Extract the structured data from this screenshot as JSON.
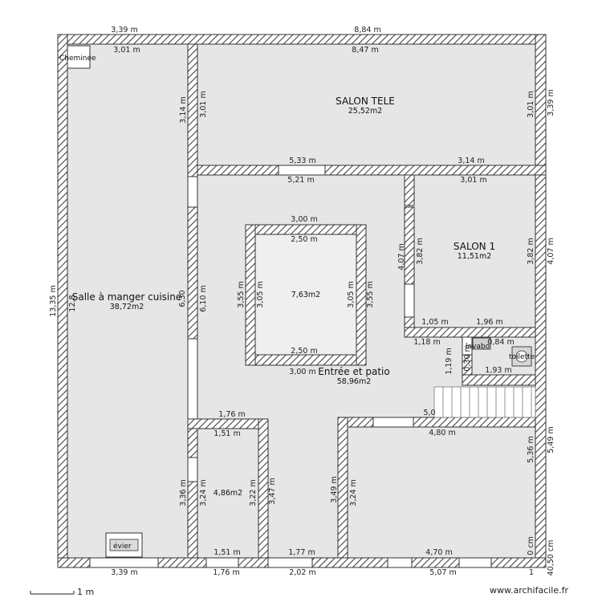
{
  "rooms": {
    "salon_tele": {
      "name": "SALON TELE",
      "area": "25,52m2"
    },
    "salon_1": {
      "name": "SALON 1",
      "area": "11,51m2"
    },
    "salle_manger": {
      "name": "Salle à manger cuisine",
      "area": "38,72m2"
    },
    "patio": {
      "area": "7,63m2"
    },
    "entree": {
      "name": "Entrée et patio",
      "area": "58,96m2"
    },
    "petite_chambre": {
      "area": "4,86m2"
    }
  },
  "fixtures": {
    "cheminee": "Cheminée",
    "evier": "évier",
    "lavabo": "lavabo",
    "toilette": "toilette"
  },
  "dims": {
    "top_left_outer": "3,39 m",
    "top_right_outer": "8,84 m",
    "left_inner_top": "3,01 m",
    "salon_tele_top": "8,47 m",
    "salon_tele_left_outer": "3,14 m",
    "salon_tele_left_inner": "3,01 m",
    "salon_tele_right_inner": "3,01 m",
    "salon_tele_right_outer": "3,39 m",
    "salon_tele_bottom_left": "5,33 m",
    "salon_tele_bottom_right": "3,14 m",
    "corridor_top": "5,21 m",
    "salon1_top": "3,01 m",
    "patio_top_outer": "3,00 m",
    "patio_top_inner": "2,50 m",
    "patio_left_outer": "3,55 m",
    "patio_left_inner": "3,05 m",
    "patio_right_inner": "3,05 m",
    "patio_right_outer": "3,55 m",
    "patio_bottom_inner": "2,50 m",
    "patio_bottom_outer": "3,00 m",
    "salon1_left_outer": "4,07 m",
    "salon1_left_inner": "3,82 m",
    "salon1_right_inner": "3,82 m",
    "salon1_right_outer": "4,07 m",
    "salon1_bottom_left": "1,05 m",
    "salon1_bottom_right": "1,96 m",
    "wc_top_left": "1,18 m",
    "wc_top_right": "0,84 m",
    "wc_left_a": "1,19 m",
    "wc_left_b": "0,30 m",
    "wc_left_c": "1,1",
    "wc_bottom": "1,93 m",
    "stairs_label": "5,0",
    "kitchen_left_outer": "13,35 m",
    "kitchen_left_inner": "12,8",
    "kitchen_right_inner": "6,30",
    "corridor_left": "6,10 m",
    "small_room_top_outer": "1,76 m",
    "small_room_top_inner": "1,51 m",
    "small_room_left_outer": "3,36 m",
    "small_room_left_inner": "3,24 m",
    "small_room_right_inner": "3,22 m",
    "small_room_right_outer": "3,47 m",
    "small_room_bottom_inner": "1,51 m",
    "big_room_left_outer": "3,49 m",
    "big_room_left_inner": "3,24 m",
    "big_room_top": "4,80 m",
    "big_room_right_inner": "5,36 m",
    "big_room_right_outer": "5,49 m",
    "big_room_bottom_inner": "4,70 m",
    "right_bottom_inner": "0 cm",
    "right_bottom_outer": "40,50 cm",
    "corridor_bottom_inner": "1,77 m",
    "bottom_left_outer": "3,39 m",
    "bottom_mid1_outer": "1,76 m",
    "bottom_mid2_outer": "2,02 m",
    "bottom_right_outer": "5,07 m",
    "patio_bottom_outer_2": "1"
  },
  "footer": {
    "scale": "1 m",
    "watermark": "www.archifacile.fr"
  }
}
